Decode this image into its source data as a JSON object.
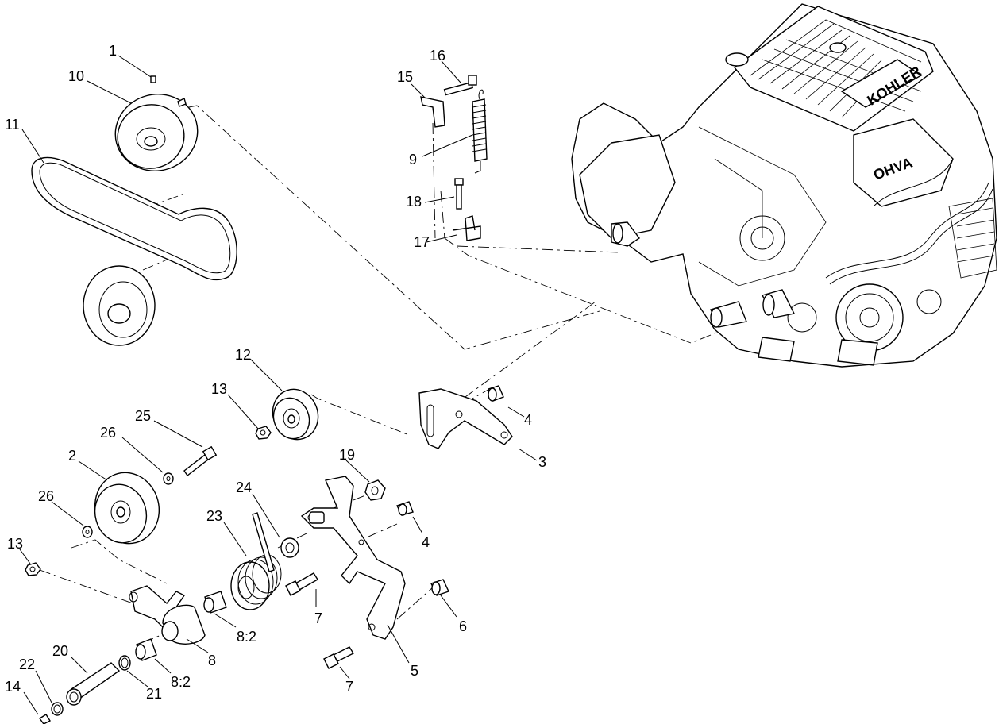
{
  "figure": {
    "engine_brand": "KOHLER",
    "engine_logo": "OHVA",
    "callouts": [
      "1",
      "2",
      "3",
      "4",
      "4",
      "5",
      "6",
      "7",
      "7",
      "8",
      "8:2",
      "8:2",
      "9",
      "10",
      "11",
      "12",
      "13",
      "13",
      "14",
      "15",
      "16",
      "17",
      "18",
      "19",
      "20",
      "21",
      "22",
      "23",
      "24",
      "25",
      "26",
      "26"
    ]
  }
}
